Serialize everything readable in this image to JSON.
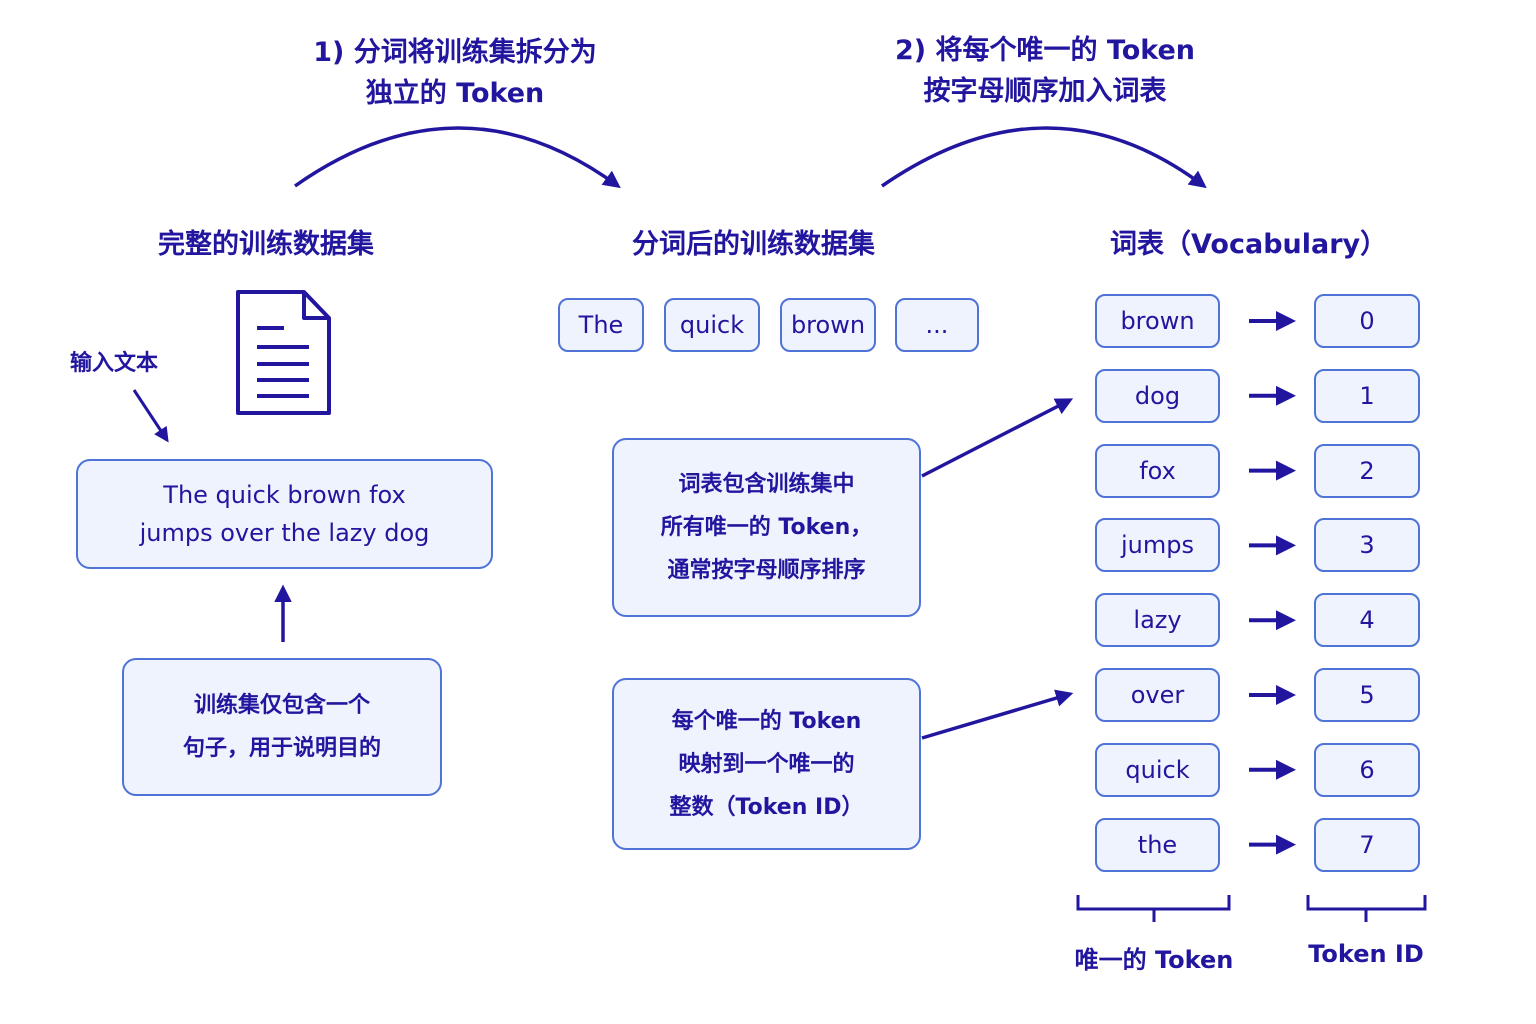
{
  "steps": {
    "step1": [
      "1) 分词将训练集拆分为",
      "独立的 Token"
    ],
    "step2": [
      "2) 将每个唯一的 Token",
      "按字母顺序加入词表"
    ]
  },
  "headings": {
    "full_dataset": "完整的训练数据集",
    "tokenized_dataset": "分词后的训练数据集",
    "vocabulary": "词表（Vocabulary）"
  },
  "input_label": "输入文本",
  "source_text": [
    "The quick brown fox",
    "jumps over the lazy dog"
  ],
  "notes": {
    "single_sentence": [
      "训练集仅包含一个",
      "句子，用于说明目的"
    ],
    "vocab_contains": [
      "词表包含训练集中",
      "所有唯一的 Token，",
      "通常按字母顺序排序"
    ],
    "maps_to_id": [
      "每个唯一的 Token",
      "映射到一个唯一的",
      "整数（Token ID）"
    ]
  },
  "tokens": [
    "The",
    "quick",
    "brown",
    "..."
  ],
  "vocabulary": [
    {
      "token": "brown",
      "id": "0"
    },
    {
      "token": "dog",
      "id": "1"
    },
    {
      "token": "fox",
      "id": "2"
    },
    {
      "token": "jumps",
      "id": "3"
    },
    {
      "token": "lazy",
      "id": "4"
    },
    {
      "token": "over",
      "id": "5"
    },
    {
      "token": "quick",
      "id": "6"
    },
    {
      "token": "the",
      "id": "7"
    }
  ],
  "bottom_labels": {
    "unique_token": "唯一的 Token",
    "token_id": "Token ID"
  },
  "colors": {
    "ink": "#22169f",
    "box_fill": "#eef3fd",
    "box_border": "#4f73d6"
  },
  "icons": [
    "document-icon"
  ]
}
